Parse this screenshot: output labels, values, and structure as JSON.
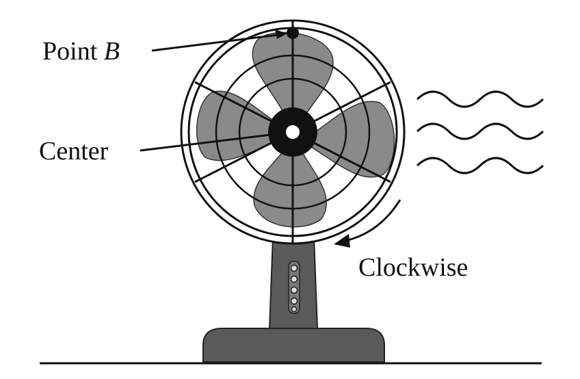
{
  "labels": {
    "point_b_prefix": "Point",
    "point_b_letter": "B",
    "center": "Center",
    "clockwise": "Clockwise"
  },
  "colors": {
    "blade": "#8a8a8a",
    "stand": "#5a5a5a",
    "line": "#111111"
  }
}
